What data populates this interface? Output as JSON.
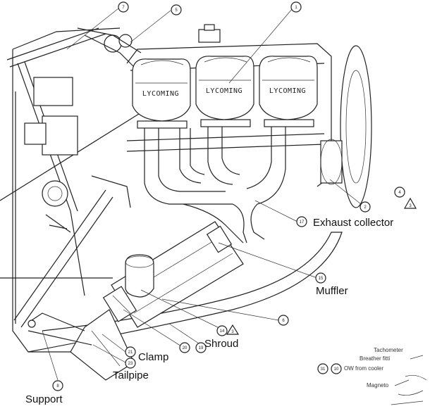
{
  "labels": {
    "exhaust_collector": "Exhaust collector",
    "muffler": "Muffler",
    "shroud": "Shroud",
    "clamp": "Clamp",
    "tailpipe": "Tailpipe",
    "support": "Support"
  },
  "cylinders": [
    "LYCOMING",
    "LYCOMING",
    "LYCOMING"
  ],
  "callouts": {
    "c1": "1",
    "c2": "2",
    "c3": "3",
    "c4": "4",
    "c5": "5",
    "c6": "6",
    "c7": "7",
    "c8": "8",
    "c14": "14",
    "c15": "15",
    "c17": "17",
    "c19": "19",
    "c20": "20",
    "c21": "21",
    "c23": "23",
    "c31": "31",
    "c10": "10"
  },
  "corner_notes": {
    "tachometer": "Tachometer",
    "breather": "Breather fitti",
    "oil_from_cooler": "OW from cooler",
    "magneto": "Magneto"
  }
}
